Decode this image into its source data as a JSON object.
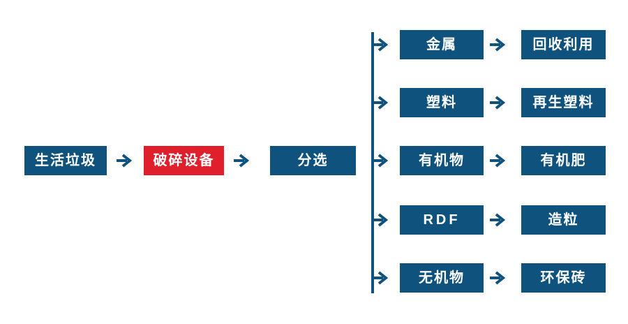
{
  "diagram": {
    "type": "flowchart",
    "colors": {
      "primary": "#0F527E",
      "accent": "#E01F2D",
      "text": "#FFFFFF",
      "background": "#FFFFFF"
    },
    "main_flow": [
      {
        "label": "生活垃圾",
        "style": "blue"
      },
      {
        "label": "破碎设备",
        "style": "red"
      },
      {
        "label": "分选",
        "style": "blue"
      }
    ],
    "branches": [
      {
        "source": "金属",
        "target": "回收利用"
      },
      {
        "source": "塑料",
        "target": "再生塑料"
      },
      {
        "source": "有机物",
        "target": "有机肥"
      },
      {
        "source": "RDF",
        "target": "造粒"
      },
      {
        "source": "无机物",
        "target": "环保砖"
      }
    ]
  }
}
